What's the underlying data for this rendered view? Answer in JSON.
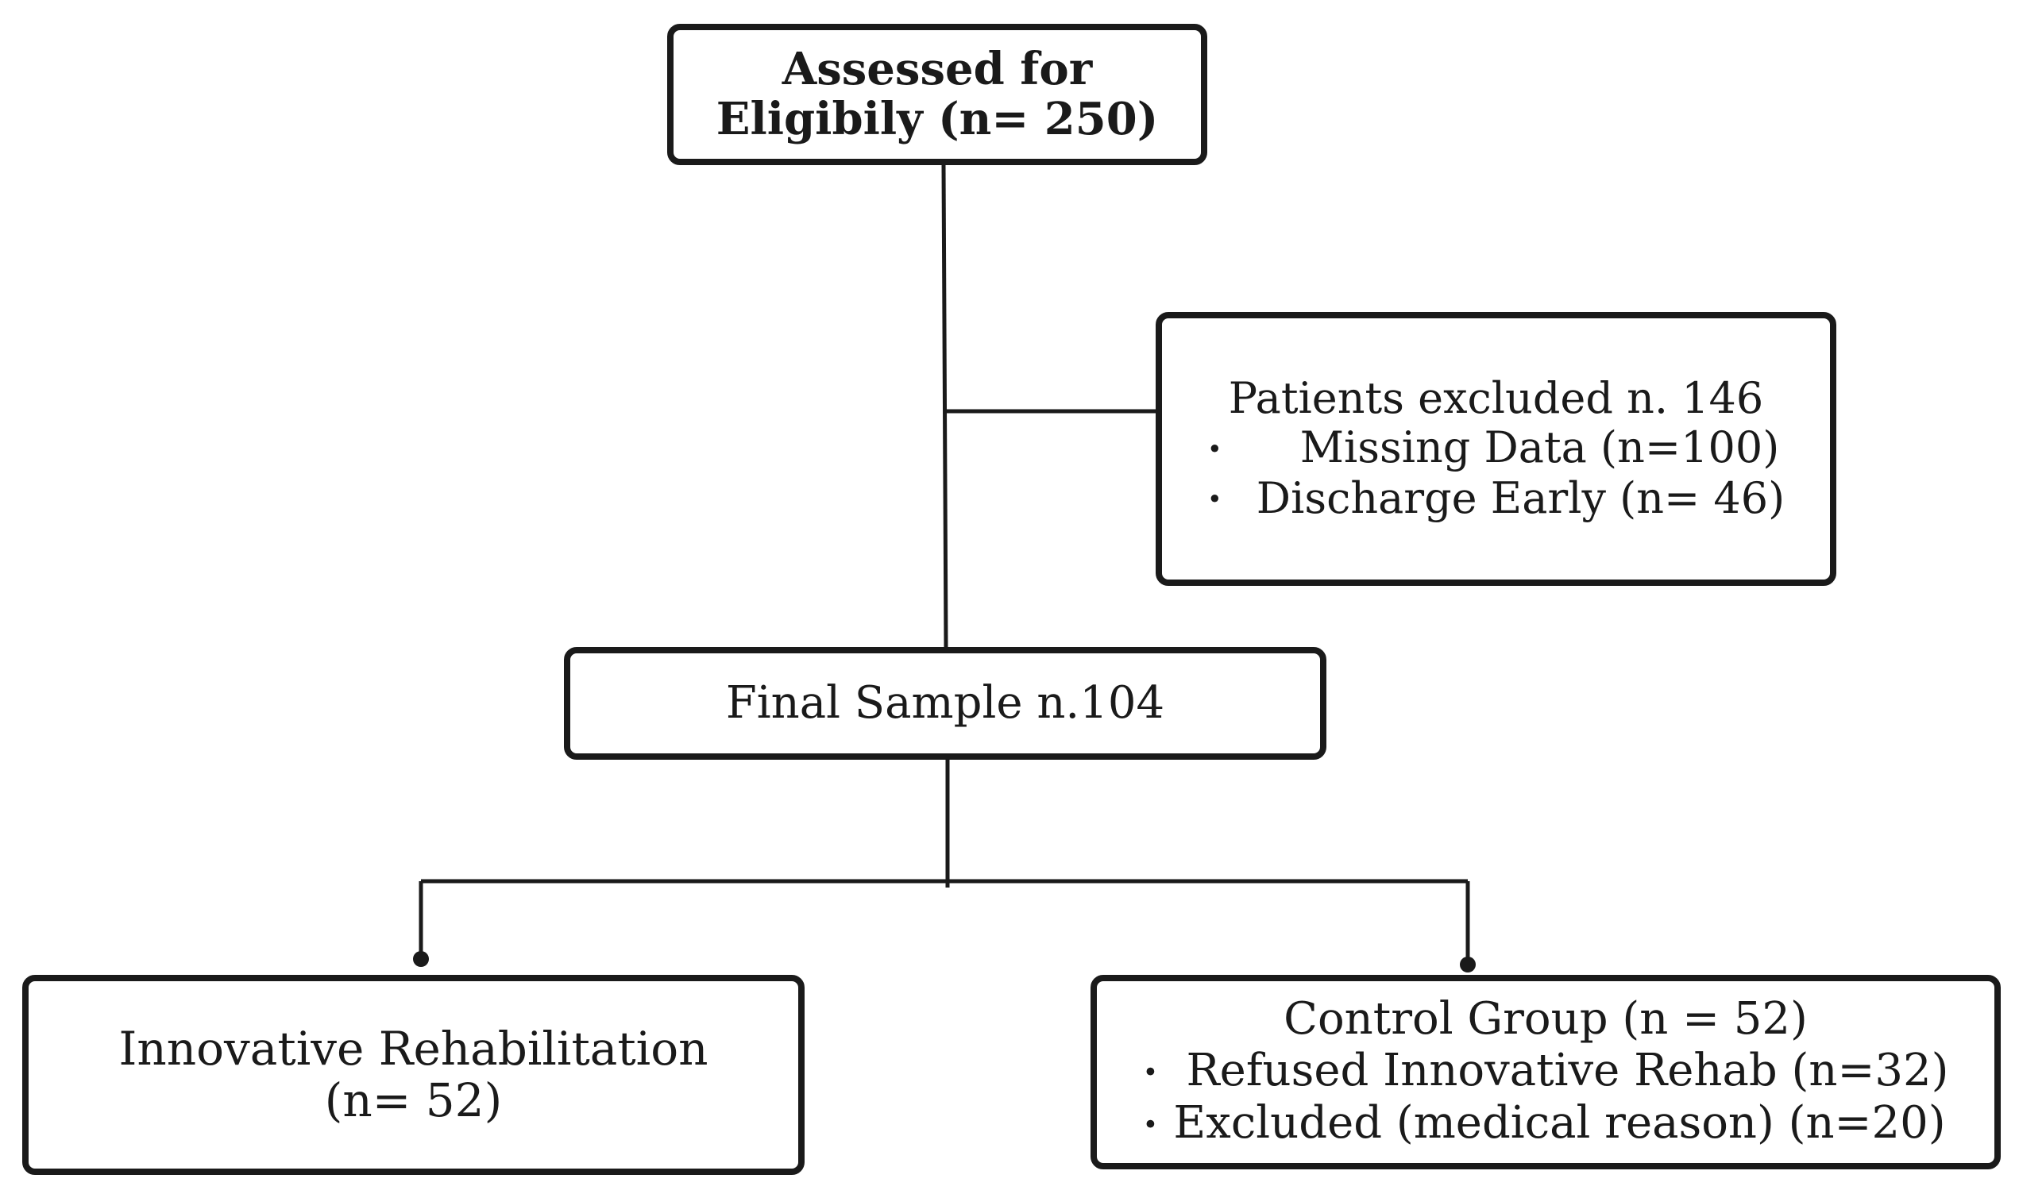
{
  "boxes": {
    "assessed": {
      "lines": [
        "Assessed for",
        "Eligibily (n= 250)"
      ]
    },
    "excluded": {
      "title": "Patients excluded n. 146",
      "items": [
        "Missing Data (n=100)",
        "Discharge Early (n= 46)"
      ]
    },
    "final": {
      "title": "Final Sample n.104"
    },
    "innovative": {
      "lines": [
        "Innovative Rehabilitation",
        "(n= 52)"
      ]
    },
    "control": {
      "title": "Control Group (n = 52)",
      "items": [
        "Refused Innovative Rehab (n=32)",
        "Excluded (medical reason) (n=20)"
      ]
    }
  },
  "colors": {
    "line": "#1a1a1a",
    "background": "#ffffff"
  }
}
